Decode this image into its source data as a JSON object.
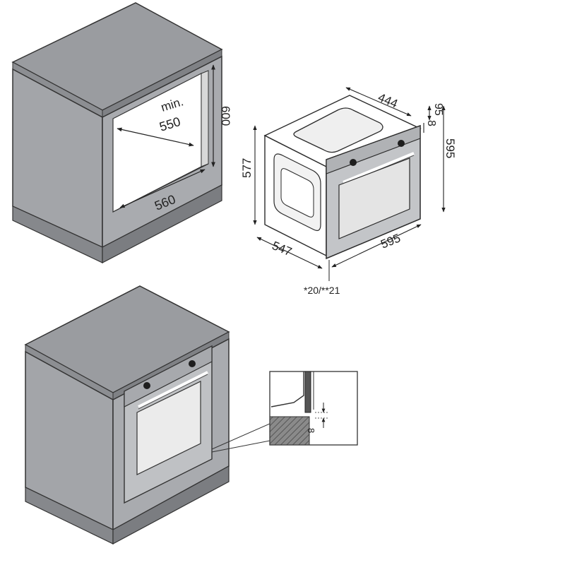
{
  "dimensions": {
    "niche_depth_min": "min.",
    "niche_depth_value": "550",
    "niche_height": "600",
    "niche_width": "560",
    "oven_depth_top": "444",
    "oven_small_top": "95",
    "oven_small_gap": "8",
    "oven_total_height": "595",
    "oven_body_height": "577",
    "oven_depth": "547",
    "oven_width": "595",
    "door_note": "*20/**21",
    "detail_gap": "8"
  },
  "colors": {
    "cabinet_top": "#9a9ca0",
    "cabinet_side": "#8d8f93",
    "cabinet_front": "#a6a8ac",
    "cabinet_plinth": "#7e8084",
    "oven_body": "#ffffff",
    "oven_door": "#b8babd",
    "oven_window": "#e4e4e4",
    "line": "#2a2a2a"
  }
}
